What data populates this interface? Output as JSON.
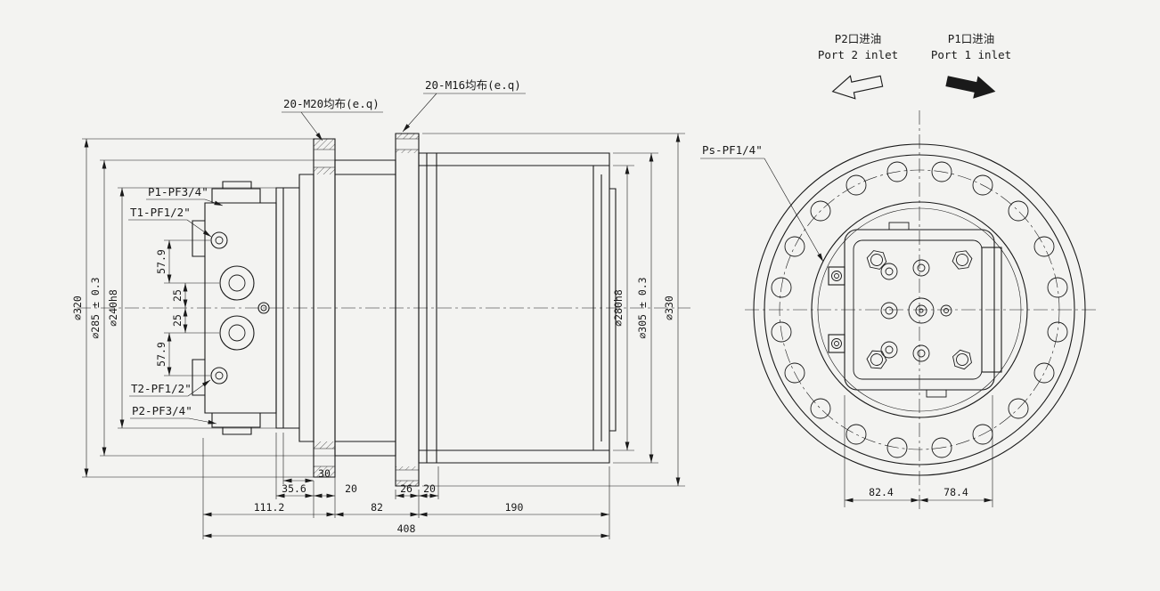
{
  "canvas": {
    "background": "#f3f3f1",
    "line_color": "#1a1a1a"
  },
  "side_view": {
    "notes": {
      "bolt_note_m20": "20-M20均布(e.q)",
      "bolt_note_m16": "20-M16均布(e.q)"
    },
    "ports": {
      "p1": "P1-PF3/4\"",
      "t1": "T1-PF1/2\"",
      "t2": "T2-PF1/2\"",
      "p2": "P2-PF3/4\""
    },
    "diameters": {
      "d320": "∅320",
      "d285": "∅285 ± 0.3",
      "d240": "∅240h8",
      "d280": "∅280h8",
      "d305": "∅305 ± 0.3",
      "d330": "∅330"
    },
    "vertical_dims": {
      "v1": "57.9",
      "v2": "25",
      "v3": "25",
      "v4": "57.9"
    },
    "horizontal_dims": {
      "h35_6": "35.6",
      "h30": "30",
      "h20a": "20",
      "h26": "26",
      "h20b": "20",
      "h111_2": "111.2",
      "h82": "82",
      "h190": "190",
      "h408": "408"
    }
  },
  "front_view": {
    "notes": {
      "port2_cn": "P2口进油",
      "port2_en": "Port 2 inlet",
      "port1_cn": "P1口进油",
      "port1_en": "Port 1 inlet",
      "ps_port": "Ps-PF1/4\""
    },
    "horizontal_dims": {
      "h82_4": "82.4",
      "h78_4": "78.4"
    }
  }
}
